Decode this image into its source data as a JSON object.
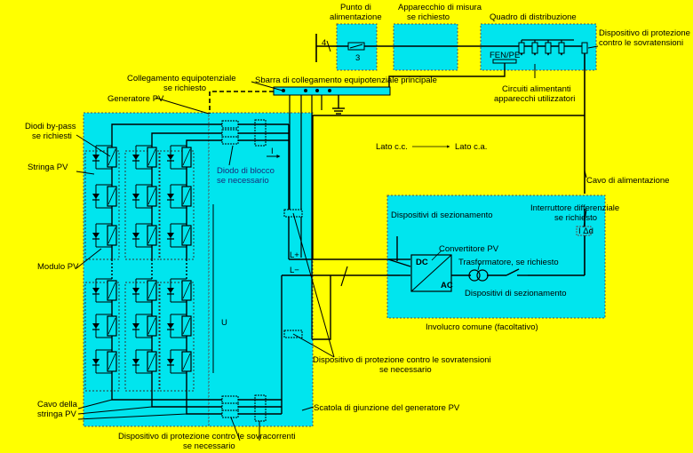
{
  "colors": {
    "background": "#FFFF00",
    "box": "#00E5EE",
    "line": "#000000",
    "dashed": "#555555"
  },
  "labels": {
    "supply_point": [
      "Punto di",
      "alimentazione"
    ],
    "meter": [
      "Apparecchio di misura",
      "se richiesto"
    ],
    "distribution_board": "Quadro di distribuzione",
    "overvoltage_ac": [
      "Dispositivo di protezione",
      "contro le sovratensioni"
    ],
    "fen_pe": "FEN/PE",
    "load_circuits": [
      "Circuiti alimentanti",
      "apparecchi utilizzatori"
    ],
    "equipotential_optional": [
      "Collegamento equipotenziale",
      "se richiesto"
    ],
    "main_equipotential_bar": "Sbarra di collegamento equipotenziale principale",
    "pv_generator": "Generatore PV",
    "bypass_diodes": [
      "Diodi by-pass",
      "se richiesti"
    ],
    "pv_string": "Stringa PV",
    "pv_module": "Modulo PV",
    "string_cable": [
      "Cavo della",
      "stringa PV"
    ],
    "blocking_diode": [
      "Diodo di blocco",
      "se necessario"
    ],
    "dc_side": "Lato c.c.",
    "ac_side": "Lato c.a.",
    "supply_cable": "Cavo di alimentazione",
    "disconnect_1": "Dispositivi di sezionamento",
    "rcd": [
      "Interruttore differenziale",
      "se richiesto"
    ],
    "rcd_symbol": "I Δd",
    "inverter": "Convertitore PV",
    "inverter_dc": "DC",
    "inverter_ac": "AC",
    "transformer": "Trasformatore, se richiesto",
    "disconnect_2": "Dispositivi di sezionamento",
    "common_enclosure": "Involucro comune (facoltativo)",
    "overvoltage_dc": [
      "Dispositivo di protezione contro le sovratensioni",
      "se necessario"
    ],
    "junction_box": "Scatola di giunzione del generatore PV",
    "overcurrent": [
      "Dispositivo di protezione contro le sovracorrenti",
      "se necessario"
    ],
    "l_plus": "L+",
    "l_minus": "L−",
    "conductor_count": "4",
    "current_i": "I",
    "voltage_u": "U"
  }
}
